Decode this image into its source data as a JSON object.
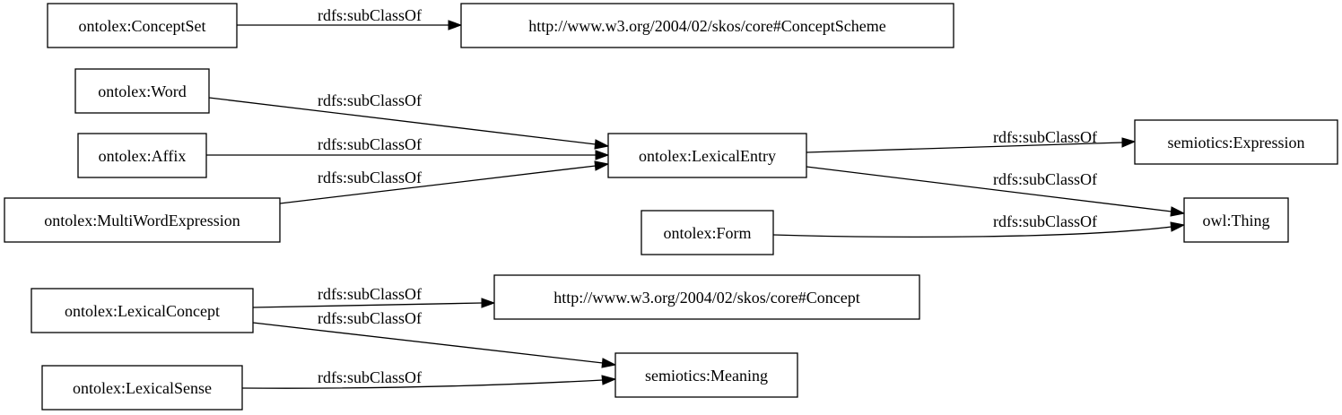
{
  "nodes": {
    "concept_set": "ontolex:ConceptSet",
    "skos_concept_scheme": "http://www.w3.org/2004/02/skos/core#ConceptScheme",
    "word": "ontolex:Word",
    "affix": "ontolex:Affix",
    "multi_word_expression": "ontolex:MultiWordExpression",
    "lexical_entry": "ontolex:LexicalEntry",
    "semiotics_expression": "semiotics:Expression",
    "form": "ontolex:Form",
    "owl_thing": "owl:Thing",
    "lexical_concept": "ontolex:LexicalConcept",
    "skos_concept": "http://www.w3.org/2004/02/skos/core#Concept",
    "lexical_sense": "ontolex:LexicalSense",
    "semiotics_meaning": "semiotics:Meaning"
  },
  "edges": [
    {
      "from": "concept_set",
      "to": "skos_concept_scheme",
      "label": "rdfs:subClassOf"
    },
    {
      "from": "word",
      "to": "lexical_entry",
      "label": "rdfs:subClassOf"
    },
    {
      "from": "affix",
      "to": "lexical_entry",
      "label": "rdfs:subClassOf"
    },
    {
      "from": "multi_word_expression",
      "to": "lexical_entry",
      "label": "rdfs:subClassOf"
    },
    {
      "from": "lexical_entry",
      "to": "semiotics_expression",
      "label": "rdfs:subClassOf"
    },
    {
      "from": "lexical_entry",
      "to": "owl_thing",
      "label": "rdfs:subClassOf"
    },
    {
      "from": "form",
      "to": "owl_thing",
      "label": "rdfs:subClassOf"
    },
    {
      "from": "lexical_concept",
      "to": "skos_concept",
      "label": "rdfs:subClassOf"
    },
    {
      "from": "lexical_concept",
      "to": "semiotics_meaning",
      "label": "rdfs:subClassOf"
    },
    {
      "from": "lexical_sense",
      "to": "semiotics_meaning",
      "label": "rdfs:subClassOf"
    }
  ]
}
